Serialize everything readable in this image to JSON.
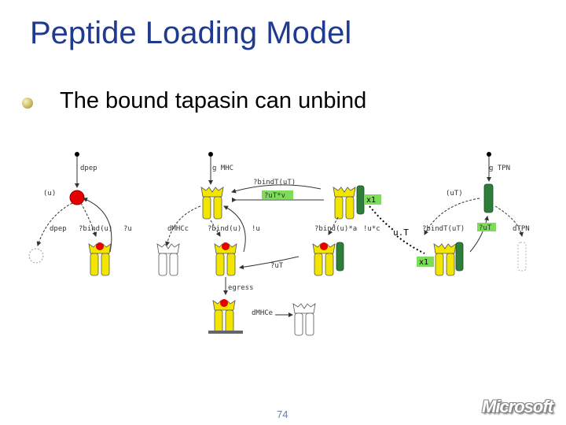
{
  "slide": {
    "title": "Peptide Loading Model",
    "bullet": "The bound tapasin can unbind",
    "page_number": "74",
    "logo_text": "Microsoft"
  },
  "diagram": {
    "labels": {
      "dpep_top": "dpep",
      "u_left": "(u)",
      "dpep": "dpep",
      "bind_u_1": "?bind(u)",
      "u_1": "?u",
      "gmhc": "g MHC",
      "bindt_top": "?bindT(uT)",
      "ut_green": "?uT*v",
      "dmhc_1": "dMHCc",
      "bind_u_2": "?bind(u)",
      "u_2": "!u",
      "bind_u_3": "?bind(u)*a",
      "u_3": "!u*c",
      "x1_top": "x1",
      "ut_mid": "u.T",
      "x1_bot": "x1",
      "ut_small": "?uT",
      "egress": "egress",
      "dmhc_2": "dMHCe",
      "gtpn": "g TPN",
      "ut_right": "(uT)",
      "bindt_2": "?bindT(uT)",
      "ut_green2": "?uT",
      "dtpn": "dTPN"
    },
    "colors": {
      "mhc_fill": "#f2e600",
      "peptide_fill": "#e60000",
      "tapasin_fill": "#2e7d3a",
      "highlight_green": "#7ddc5a",
      "title_blue": "#1f3a8f"
    }
  }
}
